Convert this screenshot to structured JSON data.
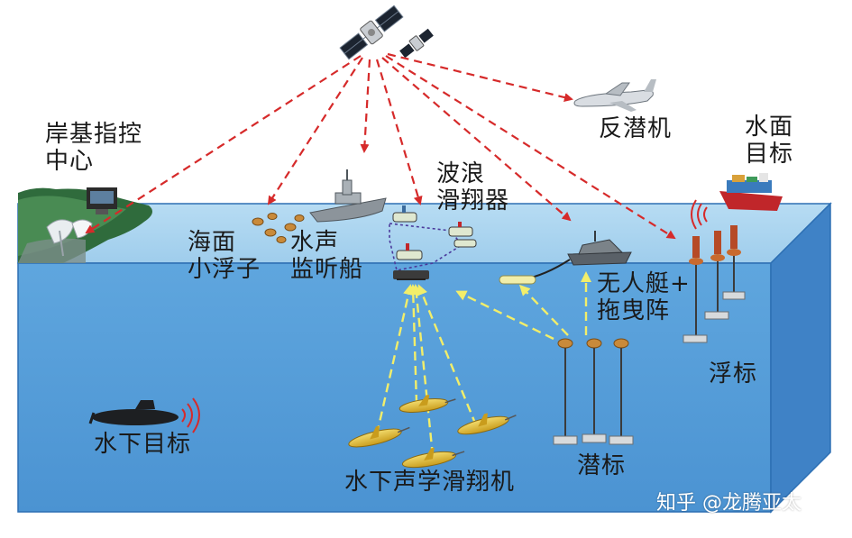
{
  "labels": {
    "shore_center": "岸基指控\n中心",
    "asw_aircraft": "反潜机",
    "surface_target": "水面\n目标",
    "wave_glider": "波浪\n滑翔器",
    "sea_buoys": "海面\n小浮子",
    "acoustic_ship": "水声\n监听船",
    "usv_array": "无人艇+\n拖曳阵",
    "surface_buoys": "浮标",
    "underwater_target": "水下目标",
    "subsurface_buoys": "潜标",
    "acoustic_gliders": "水下声学滑翔机"
  },
  "watermark": "知乎 @龙腾亚太",
  "colors": {
    "satellite_link": "#d62a2a",
    "acoustic_link": "#f2ee6a",
    "sea_surface": "#a9d3ef",
    "sea_body": "#5aa0da",
    "sea_side": "#3f82c6",
    "glider_body": "#e6c23a"
  },
  "icons": [
    "satellite-icon",
    "aircraft-icon",
    "ship-icon",
    "submarine-icon",
    "glider-icon",
    "buoy-icon",
    "antenna-icon",
    "sonar-waves-icon"
  ]
}
